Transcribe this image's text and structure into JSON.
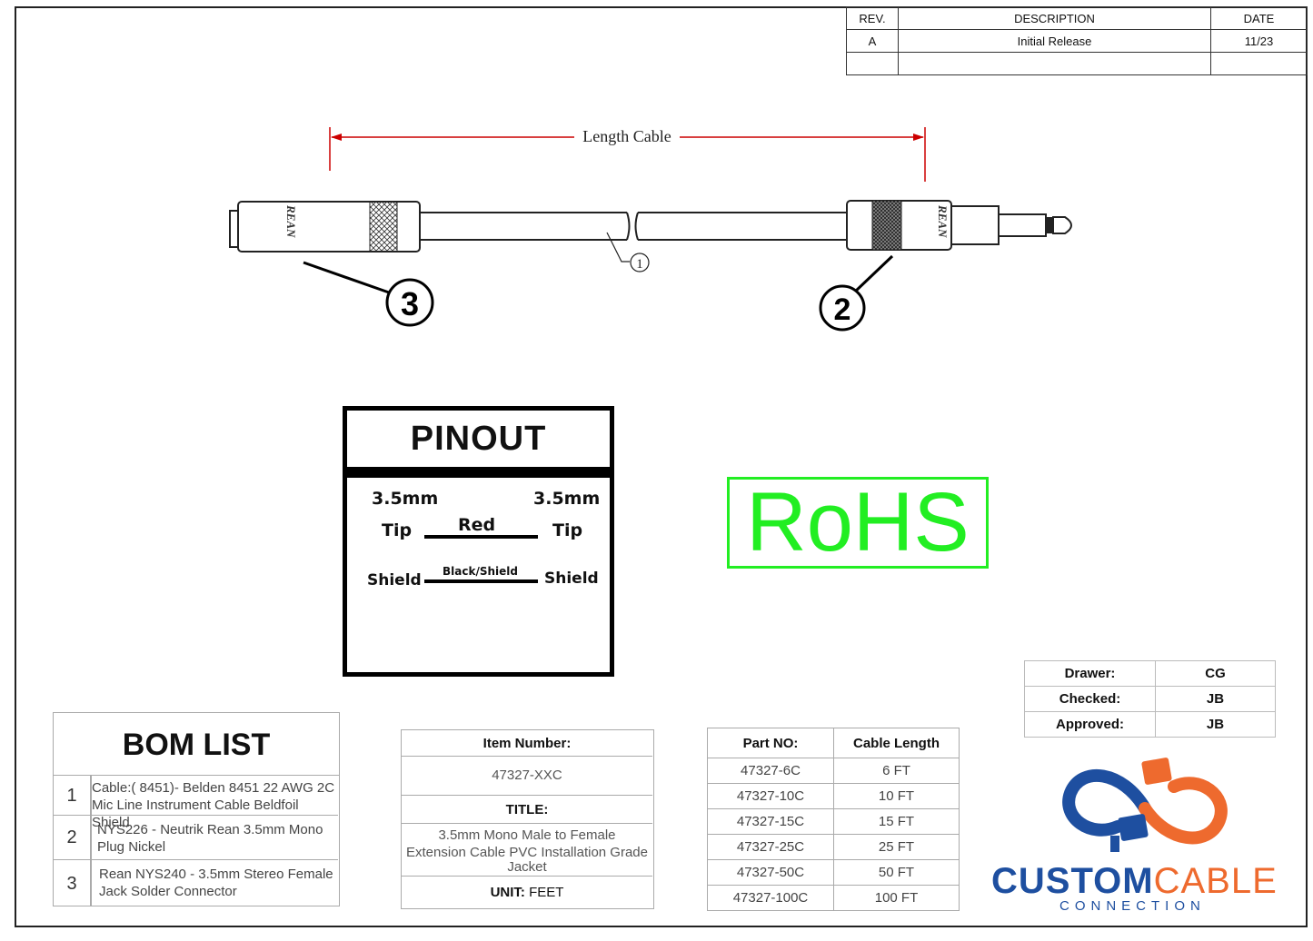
{
  "revision_table": {
    "headers": [
      "REV.",
      "DESCRIPTION",
      "DATE"
    ],
    "rows": [
      [
        "A",
        "Initial Release",
        "11/23"
      ],
      [
        "",
        "",
        ""
      ]
    ]
  },
  "drawing": {
    "dimension_label": "Length Cable",
    "connector_mark_female": "REAN",
    "connector_mark_male": "REAN",
    "callouts": [
      "1",
      "2",
      "3"
    ]
  },
  "pinout": {
    "title": "PINOUT",
    "left_header": "3.5mm",
    "right_header": "3.5mm",
    "rows": [
      {
        "left": "Tip",
        "wire": "Red",
        "right": "Tip"
      },
      {
        "left": "Shield",
        "wire": "Black/Shield",
        "right": "Shield"
      }
    ]
  },
  "rohs": {
    "label": "RoHS",
    "color": "#22ee22"
  },
  "bom": {
    "title": "BOM LIST",
    "items": [
      {
        "num": "1",
        "line1": "Cable:( 8451)- Belden 8451 22 AWG 2C",
        "line2": "Mic Line Instrument Cable Beldfoil Shield"
      },
      {
        "num": "2",
        "line1": "NYS226 - Neutrik Rean 3.5mm Mono",
        "line2": "Plug Nickel"
      },
      {
        "num": "3",
        "line1": "Rean NYS240 - 3.5mm Stereo Female",
        "line2": "Jack Solder Connector"
      }
    ]
  },
  "item_block": {
    "item_label": "Item Number:",
    "item_value": "47327-XXC",
    "title_label": "TITLE:",
    "title_lines": [
      "3.5mm Mono Male to Female",
      "Extension Cable PVC Installation Grade",
      "Jacket"
    ],
    "unit_label": "UNIT:",
    "unit_value": "FEET"
  },
  "parts_table": {
    "headers": [
      "Part NO:",
      "Cable Length"
    ],
    "rows": [
      [
        "47327-6C",
        "6 FT"
      ],
      [
        "47327-10C",
        "10 FT"
      ],
      [
        "47327-15C",
        "15 FT"
      ],
      [
        "47327-25C",
        "25 FT"
      ],
      [
        "47327-50C",
        "50 FT"
      ],
      [
        "47327-100C",
        "100 FT"
      ]
    ]
  },
  "signoff": {
    "rows": [
      [
        "Drawer:",
        "CG"
      ],
      [
        "Checked:",
        "JB"
      ],
      [
        "Approved:",
        "JB"
      ]
    ]
  },
  "logo": {
    "word1": "CUSTOM",
    "word2": "CABLE",
    "sub": "CONNECTION",
    "blue": "#1e4fa0",
    "orange": "#ee6a2e"
  }
}
